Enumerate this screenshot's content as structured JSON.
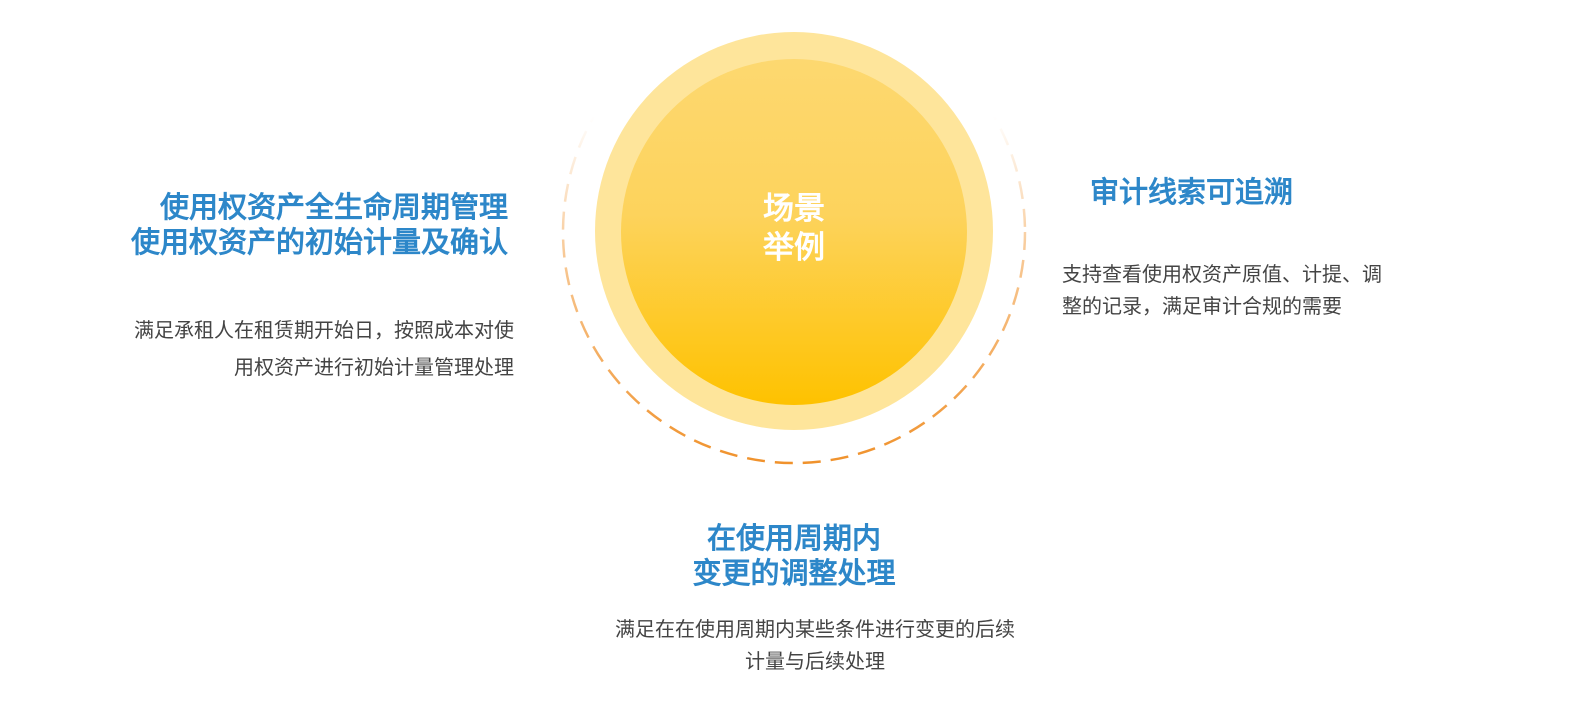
{
  "center": {
    "line1": "场景",
    "line2": "举例"
  },
  "colors": {
    "title": "#2d87c9",
    "outer_ring": "#fee59b",
    "core_top": "#fdd870",
    "core_bottom": "#fec200",
    "dash": "#f0922c"
  },
  "scenarios": [
    {
      "title_line1": "使用权资产全生命周期管理",
      "title_line2": "使用权资产的初始计量及确认",
      "desc_line1": "满足承租人在租赁期开始日，按照成本对使",
      "desc_line2": "用权资产进行初始计量管理处理"
    },
    {
      "title_line1": "审计线索可追溯",
      "desc_line1": "支持查看使用权资产原值、计提、调",
      "desc_line2": "整的记录，满足审计合规的需要"
    },
    {
      "title_line1": "在使用周期内",
      "title_line2": "变更的调整处理",
      "desc_line1": "满足在在使用周期内某些条件进行变更的后续",
      "desc_line2": "计量与后续处理"
    }
  ]
}
